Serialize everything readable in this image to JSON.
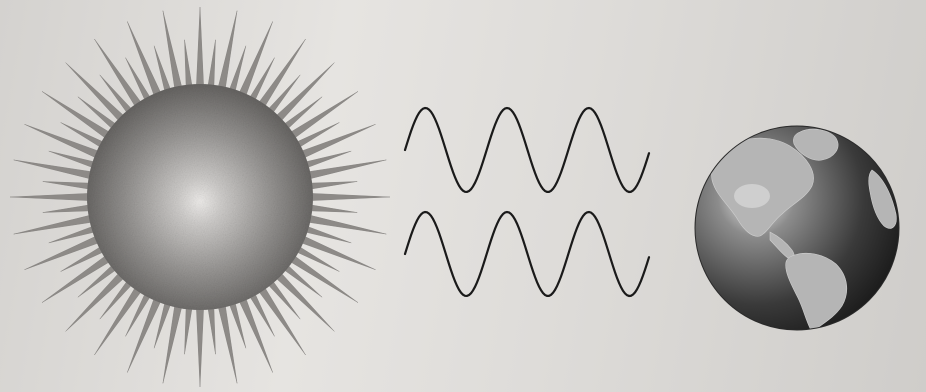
{
  "scene": {
    "objects": [
      {
        "name": "sun",
        "icon": "sun-icon"
      },
      {
        "name": "electromagnetic-waves",
        "icon": "sine-wave-icon",
        "count": 2
      },
      {
        "name": "earth",
        "icon": "globe-icon"
      }
    ],
    "colors": {
      "paper": "#dedcd9",
      "ink": "#1a1a1a",
      "sun_light": "#e6e4e2",
      "sun_dark": "#5e5c5a",
      "earth_ocean": "#4a4a4a",
      "earth_land": "#bdbdbd"
    }
  }
}
